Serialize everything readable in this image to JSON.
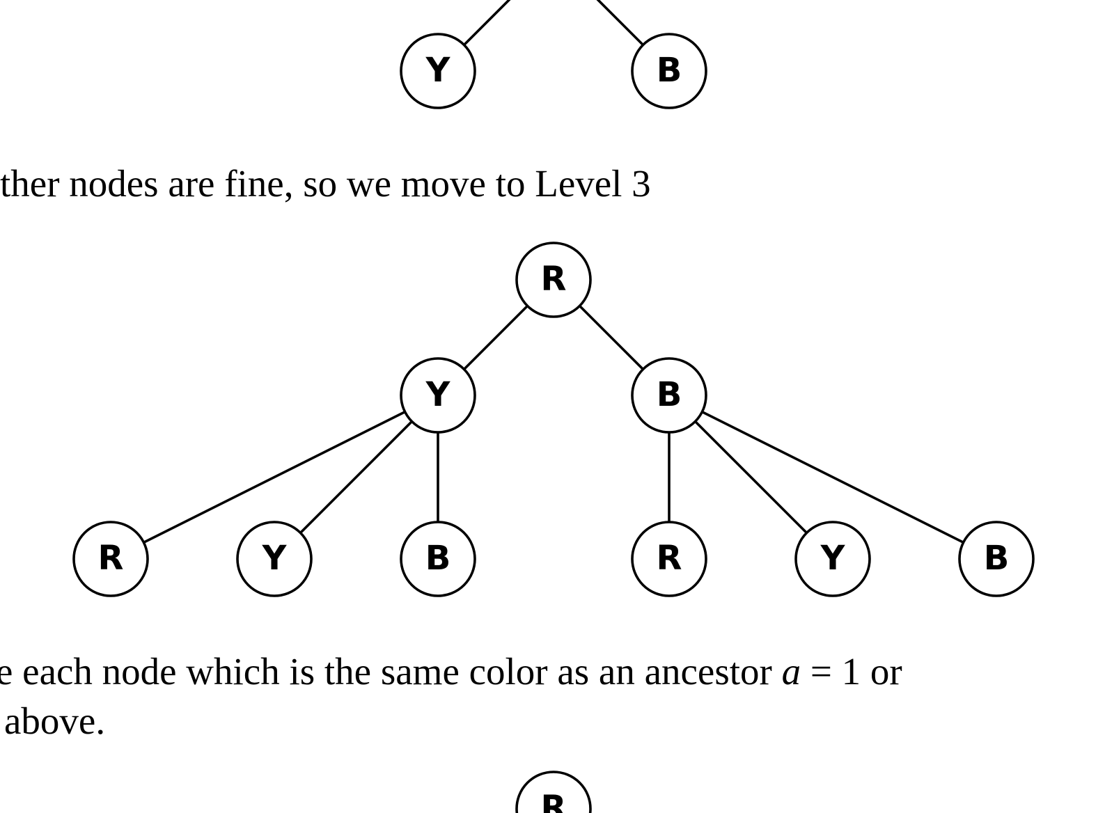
{
  "top_tree": {
    "nodes": [
      "Y",
      "B"
    ]
  },
  "paragraph_1": {
    "text": "ther nodes are fine, so we move to Level 3"
  },
  "level3_tree": {
    "root": "R",
    "level2": [
      "Y",
      "B"
    ],
    "level3": [
      "R",
      "Y",
      "B",
      "R",
      "Y",
      "B"
    ]
  },
  "paragraph_2": {
    "line1_prefix": "e each node which is the same color as an ancestor",
    "math_var": "a",
    "math_eq": " = 1 or",
    "line2": "above."
  },
  "bottom_tree": {
    "root": "R"
  }
}
